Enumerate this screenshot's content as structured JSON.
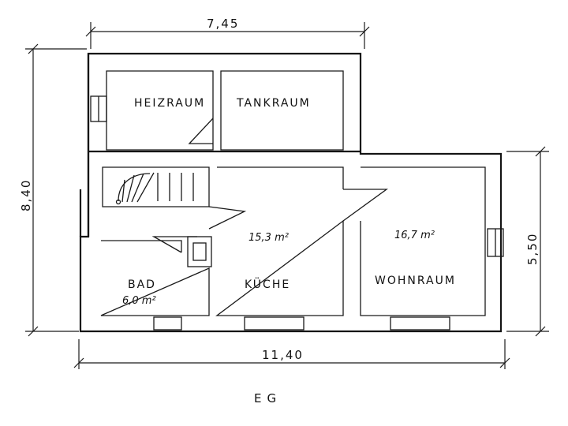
{
  "plan": {
    "floor_label": "EG",
    "rooms": {
      "heizraum": {
        "name": "HEIZRAUM"
      },
      "tankraum": {
        "name": "TANKRAUM"
      },
      "kueche": {
        "name": "KÜCHE",
        "area": "15,3 m²"
      },
      "wohnraum": {
        "name": "WOHNRAUM",
        "area": "16,7 m²"
      },
      "bad": {
        "name": "BAD",
        "area": "6,0 m²"
      }
    },
    "dimensions": {
      "top_width": "7,45",
      "bottom_width": "11,40",
      "left_height": "8,40",
      "right_height": "5,50"
    }
  },
  "colors": {
    "ink": "#141414",
    "paper": "#ffffff"
  }
}
